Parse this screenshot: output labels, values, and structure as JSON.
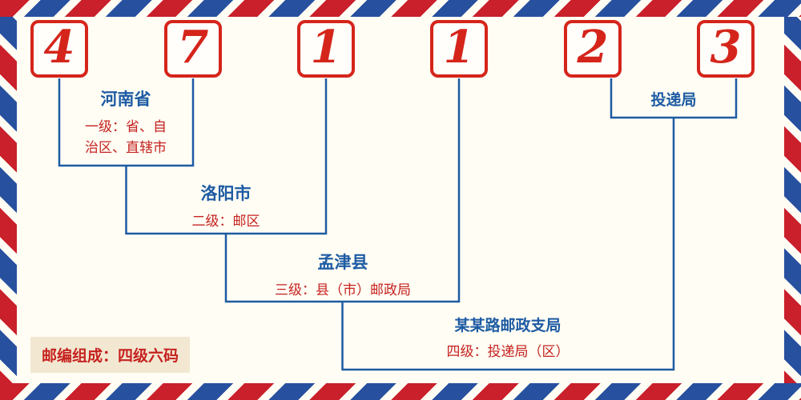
{
  "postal_code": "471123",
  "digits": [
    "4",
    "7",
    "1",
    "1",
    "2",
    "3"
  ],
  "levels": [
    {
      "name": "河南省",
      "desc": "一级：省、自治区、直辖市"
    },
    {
      "name": "洛阳市",
      "desc": "二级：邮区"
    },
    {
      "name": "孟津县",
      "desc": "三级：县（市）邮政局"
    },
    {
      "name": "某某路邮政支局",
      "desc": "四级：投递局（区）"
    },
    {
      "name": "投递局"
    }
  ],
  "footer_note": "邮编组成：四级六码",
  "colors": {
    "line_blue": "#1d5ba3",
    "label_blue": "#1d5ba3",
    "desc_red": "#c6221f",
    "digit_red": "#d5251b",
    "stripe_red": "#c9202b",
    "stripe_blue": "#27509f",
    "background": "#fffdf4",
    "footer_bg": "#f2e8d2"
  }
}
